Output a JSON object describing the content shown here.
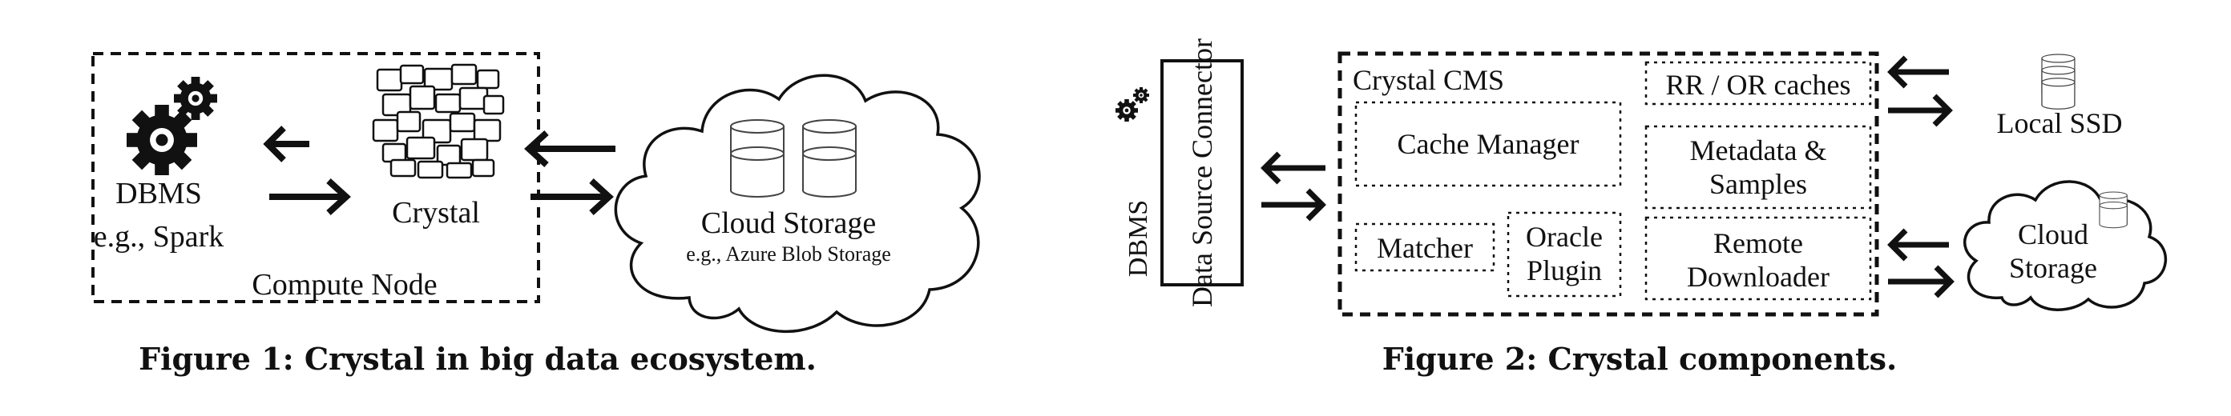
{
  "figure1": {
    "caption": "Figure 1: Crystal in big data ecosystem.",
    "dbms_label": "DBMS",
    "dbms_example": "e.g., Spark",
    "crystal_label": "Crystal",
    "compute_node_label": "Compute Node",
    "cloud_label": "Cloud Storage",
    "cloud_example": "e.g., Azure Blob Storage"
  },
  "figure2": {
    "caption": "Figure 2: Crystal components.",
    "dbms_label": "DBMS",
    "connector_label": "Data Source Connector",
    "cms_title": "Crystal CMS",
    "cache_manager": "Cache Manager",
    "rr_or_caches": "RR / OR caches",
    "metadata_line1": "Metadata &",
    "metadata_line2": "Samples",
    "matcher": "Matcher",
    "oracle_line1": "Oracle",
    "oracle_line2": "Plugin",
    "remote_line1": "Remote",
    "remote_line2": "Downloader",
    "local_ssd": "Local SSD",
    "cloud_line1": "Cloud",
    "cloud_line2": "Storage"
  },
  "colors": {
    "ink": "#111111",
    "rr_or_fill": "#e4ebf6"
  }
}
